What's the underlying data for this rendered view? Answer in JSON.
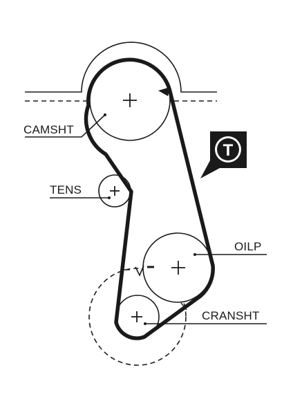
{
  "labels": {
    "camshaft": "CAMSHT",
    "tensioner": "TENS",
    "oil_pump": "OILP",
    "crankshaft": "CRANSHT"
  },
  "badge": {
    "letter": "T",
    "icon": "tensioner-tool-badge-icon"
  },
  "colors": {
    "ink": "#1a1a1a",
    "background": "#ffffff"
  }
}
